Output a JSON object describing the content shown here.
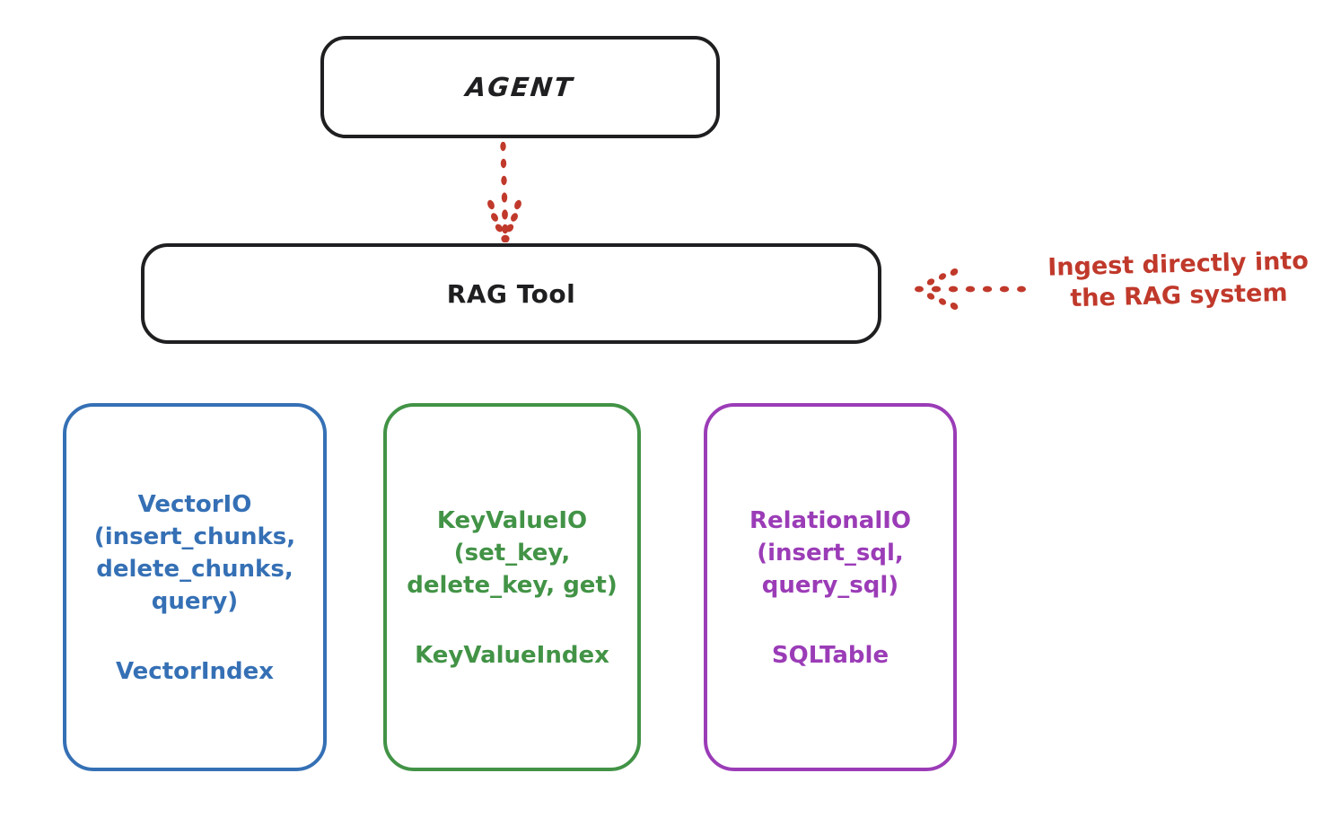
{
  "diagram": {
    "title_style": "hand-drawn whiteboard sketch",
    "background_color": "#ffffff",
    "nodes": {
      "agent": {
        "label": "AGENT",
        "border_color": "#1f1f21"
      },
      "rag_tool": {
        "label": "RAG Tool",
        "border_color": "#1f1f21"
      },
      "vector_io": {
        "title": "VectorIO\n(insert_chunks,\ndelete_chunks,\nquery)",
        "subtitle": "VectorIndex",
        "color": "#3570b5"
      },
      "key_value_io": {
        "title": "KeyValueIO\n(set_key,\ndelete_key, get)",
        "subtitle": "KeyValueIndex",
        "color": "#429346"
      },
      "relational_io": {
        "title": "RelationalIO\n(insert_sql,\nquery_sql)",
        "subtitle": "SQLTable",
        "color": "#9b3cb7"
      }
    },
    "annotations": {
      "ingest": {
        "text": "Ingest directly into\nthe RAG system",
        "color": "#c0392b"
      }
    },
    "connectors": {
      "agent_to_rag": {
        "style": "dotted-arrow-down",
        "color": "#c0392b"
      },
      "ingest_to_rag": {
        "style": "dotted-arrow-left",
        "color": "#c0392b"
      }
    }
  }
}
